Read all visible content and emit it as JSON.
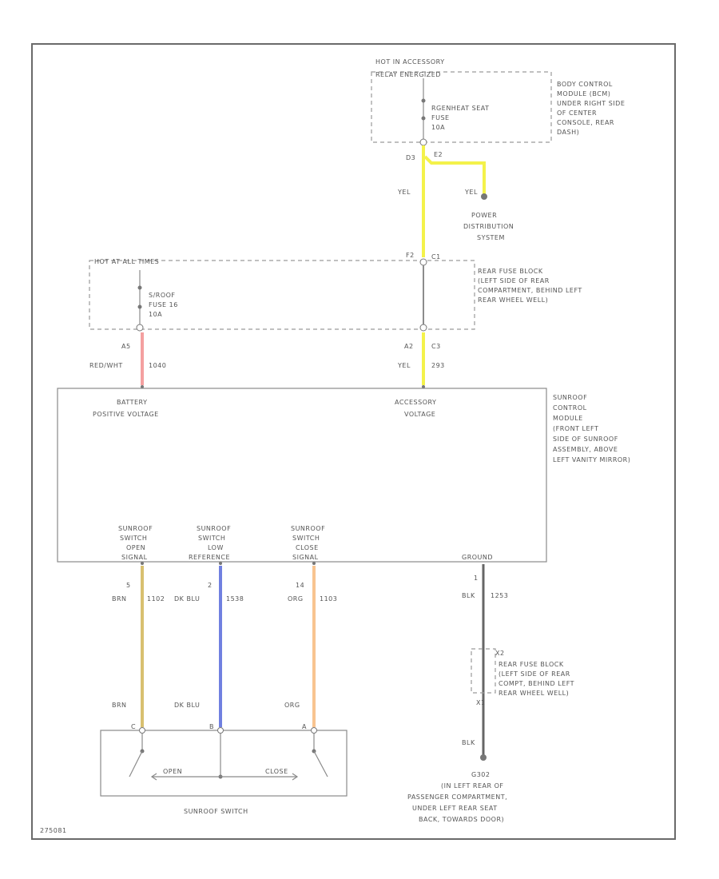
{
  "relay_box": {
    "title_line1": "HOT IN ACCESSORY",
    "title_line2": "RELAY ENERGIZED",
    "fuse_line1": "RGENHEAT SEAT",
    "fuse_line2": "FUSE",
    "fuse_line3": "10A",
    "pin_left": "D3",
    "pin_right": "E2",
    "location": [
      "BODY CONTROL",
      "MODULE (BCM)",
      "UNDER RIGHT SIDE",
      "OF CENTER",
      "CONSOLE, REAR",
      "DASH)"
    ]
  },
  "power_dist": {
    "wire_upper": "YEL",
    "wire_right": "YEL",
    "label": [
      "POWER",
      "DISTRIBUTION",
      "SYSTEM"
    ]
  },
  "rear_fuse_block": {
    "title": "HOT AT ALL TIMES",
    "top_pin_left": "F2",
    "top_pin_right": "C1",
    "fuse_line1": "S/ROOF",
    "fuse_line2": "FUSE 16",
    "fuse_line3": "10A",
    "location": [
      "REAR FUSE BLOCK",
      "(LEFT SIDE OF REAR",
      "COMPARTMENT, BEHIND LEFT",
      "REAR WHEEL WELL)"
    ],
    "pin_a": "A5",
    "pin_b": "A2",
    "pin_c": "C3"
  },
  "feed_wires": {
    "battery": "RED/WHT",
    "battery_circuit": "1040",
    "accessory": "YEL",
    "accessory_circuit": "293"
  },
  "module": {
    "battery_label_1": "BATTERY",
    "battery_label_2": "POSITIVE VOLTAGE",
    "accessory_label_1": "ACCESSORY",
    "accessory_label_2": "VOLTAGE",
    "location": [
      "SUNROOF",
      "CONTROL",
      "MODULE",
      "(FRONT LEFT",
      "SIDE OF SUNROOF",
      "ASSEMBLY, ABOVE",
      "LEFT VANITY MIRROR)"
    ],
    "sig1": [
      "SUNROOF",
      "SWITCH",
      "OPEN",
      "SIGNAL"
    ],
    "sig2": [
      "SUNROOF",
      "SWITCH",
      "LOW",
      "REFERENCE"
    ],
    "sig3": [
      "SUNROOF",
      "SWITCH",
      "CLOSE",
      "SIGNAL"
    ],
    "ground_label": "GROUND"
  },
  "switch_wires": {
    "w1_pin": "5",
    "w1_color": "BRN",
    "w1_circuit": "1102",
    "w2_pin": "2",
    "w2_color": "DK BLU",
    "w2_circuit": "1538",
    "w3_pin": "14",
    "w3_color": "ORG",
    "w3_circuit": "1103",
    "w1_color_low": "BRN",
    "w2_color_low": "DK BLU",
    "w3_color_low": "ORG"
  },
  "ground_path": {
    "pin": "1",
    "color": "BLK",
    "circuit": "1253",
    "conn_top": "X2",
    "conn_bottom": "X1",
    "block_label": [
      "REAR FUSE BLOCK",
      "(LEFT SIDE OF REAR",
      "COMPT, BEHIND LEFT",
      "REAR WHEEL WELL)"
    ],
    "color_low": "BLK",
    "ground_label": [
      "G302",
      "(IN LEFT REAR OF",
      "PASSENGER COMPARTMENT,",
      "UNDER LEFT REAR SEAT",
      "BACK, TOWARDS DOOR)"
    ]
  },
  "switch": {
    "pin_c": "C",
    "pin_b": "B",
    "pin_a": "A",
    "open": "OPEN",
    "close": "CLOSE",
    "label": "SUNROOF SWITCH"
  },
  "figure_id": "275081"
}
